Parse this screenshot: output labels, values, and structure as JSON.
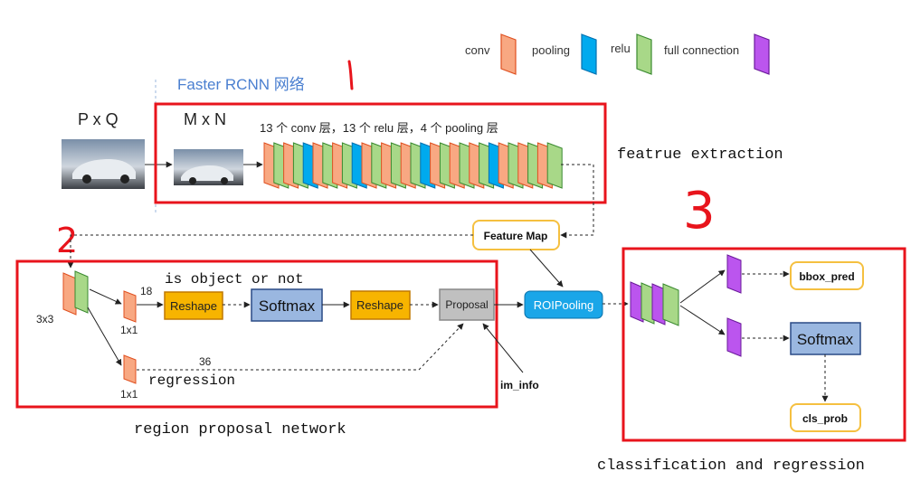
{
  "legend": {
    "conv": "conv",
    "pooling": "pooling",
    "relu": "relu",
    "fc": "full connection"
  },
  "colors": {
    "conv": "#f8a882",
    "pooling": "#00aaee",
    "relu": "#a8d888",
    "fc": "#bb55ee",
    "annotation_red": "#e8141c",
    "reshape": "#f7b400",
    "softmax": "#9ab7e0",
    "proposal": "#c0c0c0",
    "roipooling": "#1aa6e8",
    "output_border": "#f5c040",
    "title_blue": "#4a7fd0"
  },
  "title": "Faster RCNN 网络",
  "input_label": "P x Q",
  "resized_label": "M x N",
  "layers_label": "13 个 conv 层，13 个 relu 层，4 个 pooling 层",
  "feature_extraction_label": "featrue extraction",
  "feature_map_label": "Feature Map",
  "rpn": {
    "conv_kernel": "3x3",
    "cls_kernel": "1x1",
    "reg_kernel": "1x1",
    "cls_channels": "18",
    "reg_channels": "36",
    "is_object_label": "is object or not",
    "regression_label": "regression",
    "reshape1": "Reshape",
    "softmax": "Softmax",
    "reshape2": "Reshape",
    "proposal": "Proposal",
    "im_info": "im_info",
    "caption": "region proposal network"
  },
  "roipooling_label": "ROIPooling",
  "head": {
    "bbox_pred": "bbox_pred",
    "softmax": "Softmax",
    "cls_prob": "cls_prob",
    "caption": "classification and regression"
  },
  "annotations": {
    "n1": "1",
    "n2": "2",
    "n3": "3"
  }
}
